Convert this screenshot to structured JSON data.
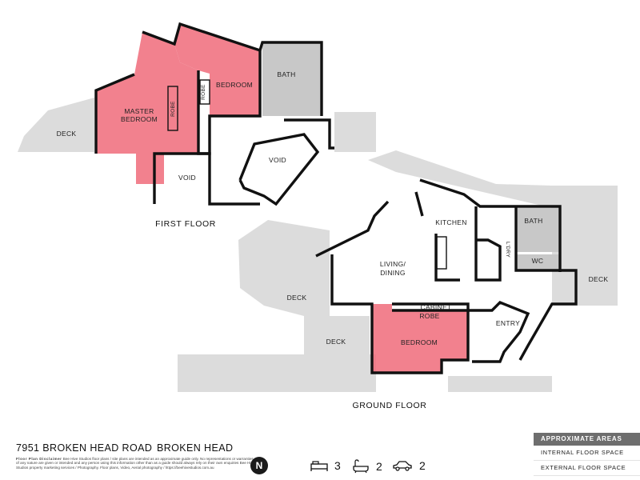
{
  "floors": {
    "first": {
      "title": "FIRST FLOOR",
      "rooms": {
        "deck": "DECK",
        "master_bedroom_line1": "MASTER",
        "master_bedroom_line2": "BEDROOM",
        "robe_master": "ROBE",
        "robe_bedroom": "ROBE",
        "bedroom": "BEDROOM",
        "bath": "BATH",
        "void_left": "VOID",
        "void_right": "VOID"
      }
    },
    "ground": {
      "title": "GROUND FLOOR",
      "rooms": {
        "kitchen": "KITCHEN",
        "living_line1": "LIVING/",
        "living_line2": "DINING",
        "laundry": "L'DRY",
        "bath": "BATH",
        "wc": "WC",
        "deck_right": "DECK",
        "deck_middle": "DECK",
        "deck_bottom": "DECK",
        "cabinet": "CABINET",
        "robe": "ROBE",
        "bedroom": "BEDROOM",
        "entry": "ENTRY"
      }
    }
  },
  "footer": {
    "address": "7951 BROKEN HEAD ROAD",
    "suburb": "BROKEN HEAD",
    "disclaimer_title": "Floor Plan Disclaimer",
    "disclaimer_text": "Bee Hive Studios floor plans / site plans are intended as an approximate guide only. No representations or warranties of any nature are given or intended and any person using this information other than as a guide should always rely on their own enquiries Bee Hive Studios property marketing services / Photography. Floor plans, Video, Aerial photography / https://beehivestudios.com.au",
    "north": "N",
    "features": [
      {
        "icon": "bed-icon",
        "count": "3"
      },
      {
        "icon": "bath-icon",
        "count": "2"
      },
      {
        "icon": "car-icon",
        "count": "2"
      }
    ],
    "areas": {
      "heading": "APPROXIMATE AREAS",
      "internal": "INTERNAL FLOOR SPACE",
      "external": "EXTERNAL FLOOR SPACE"
    }
  },
  "colors": {
    "bedroom_fill": "#f06b7a",
    "wet_area_fill": "#c8c8c8",
    "deck_fill": "#dcdcdc",
    "wall": "#111111"
  }
}
